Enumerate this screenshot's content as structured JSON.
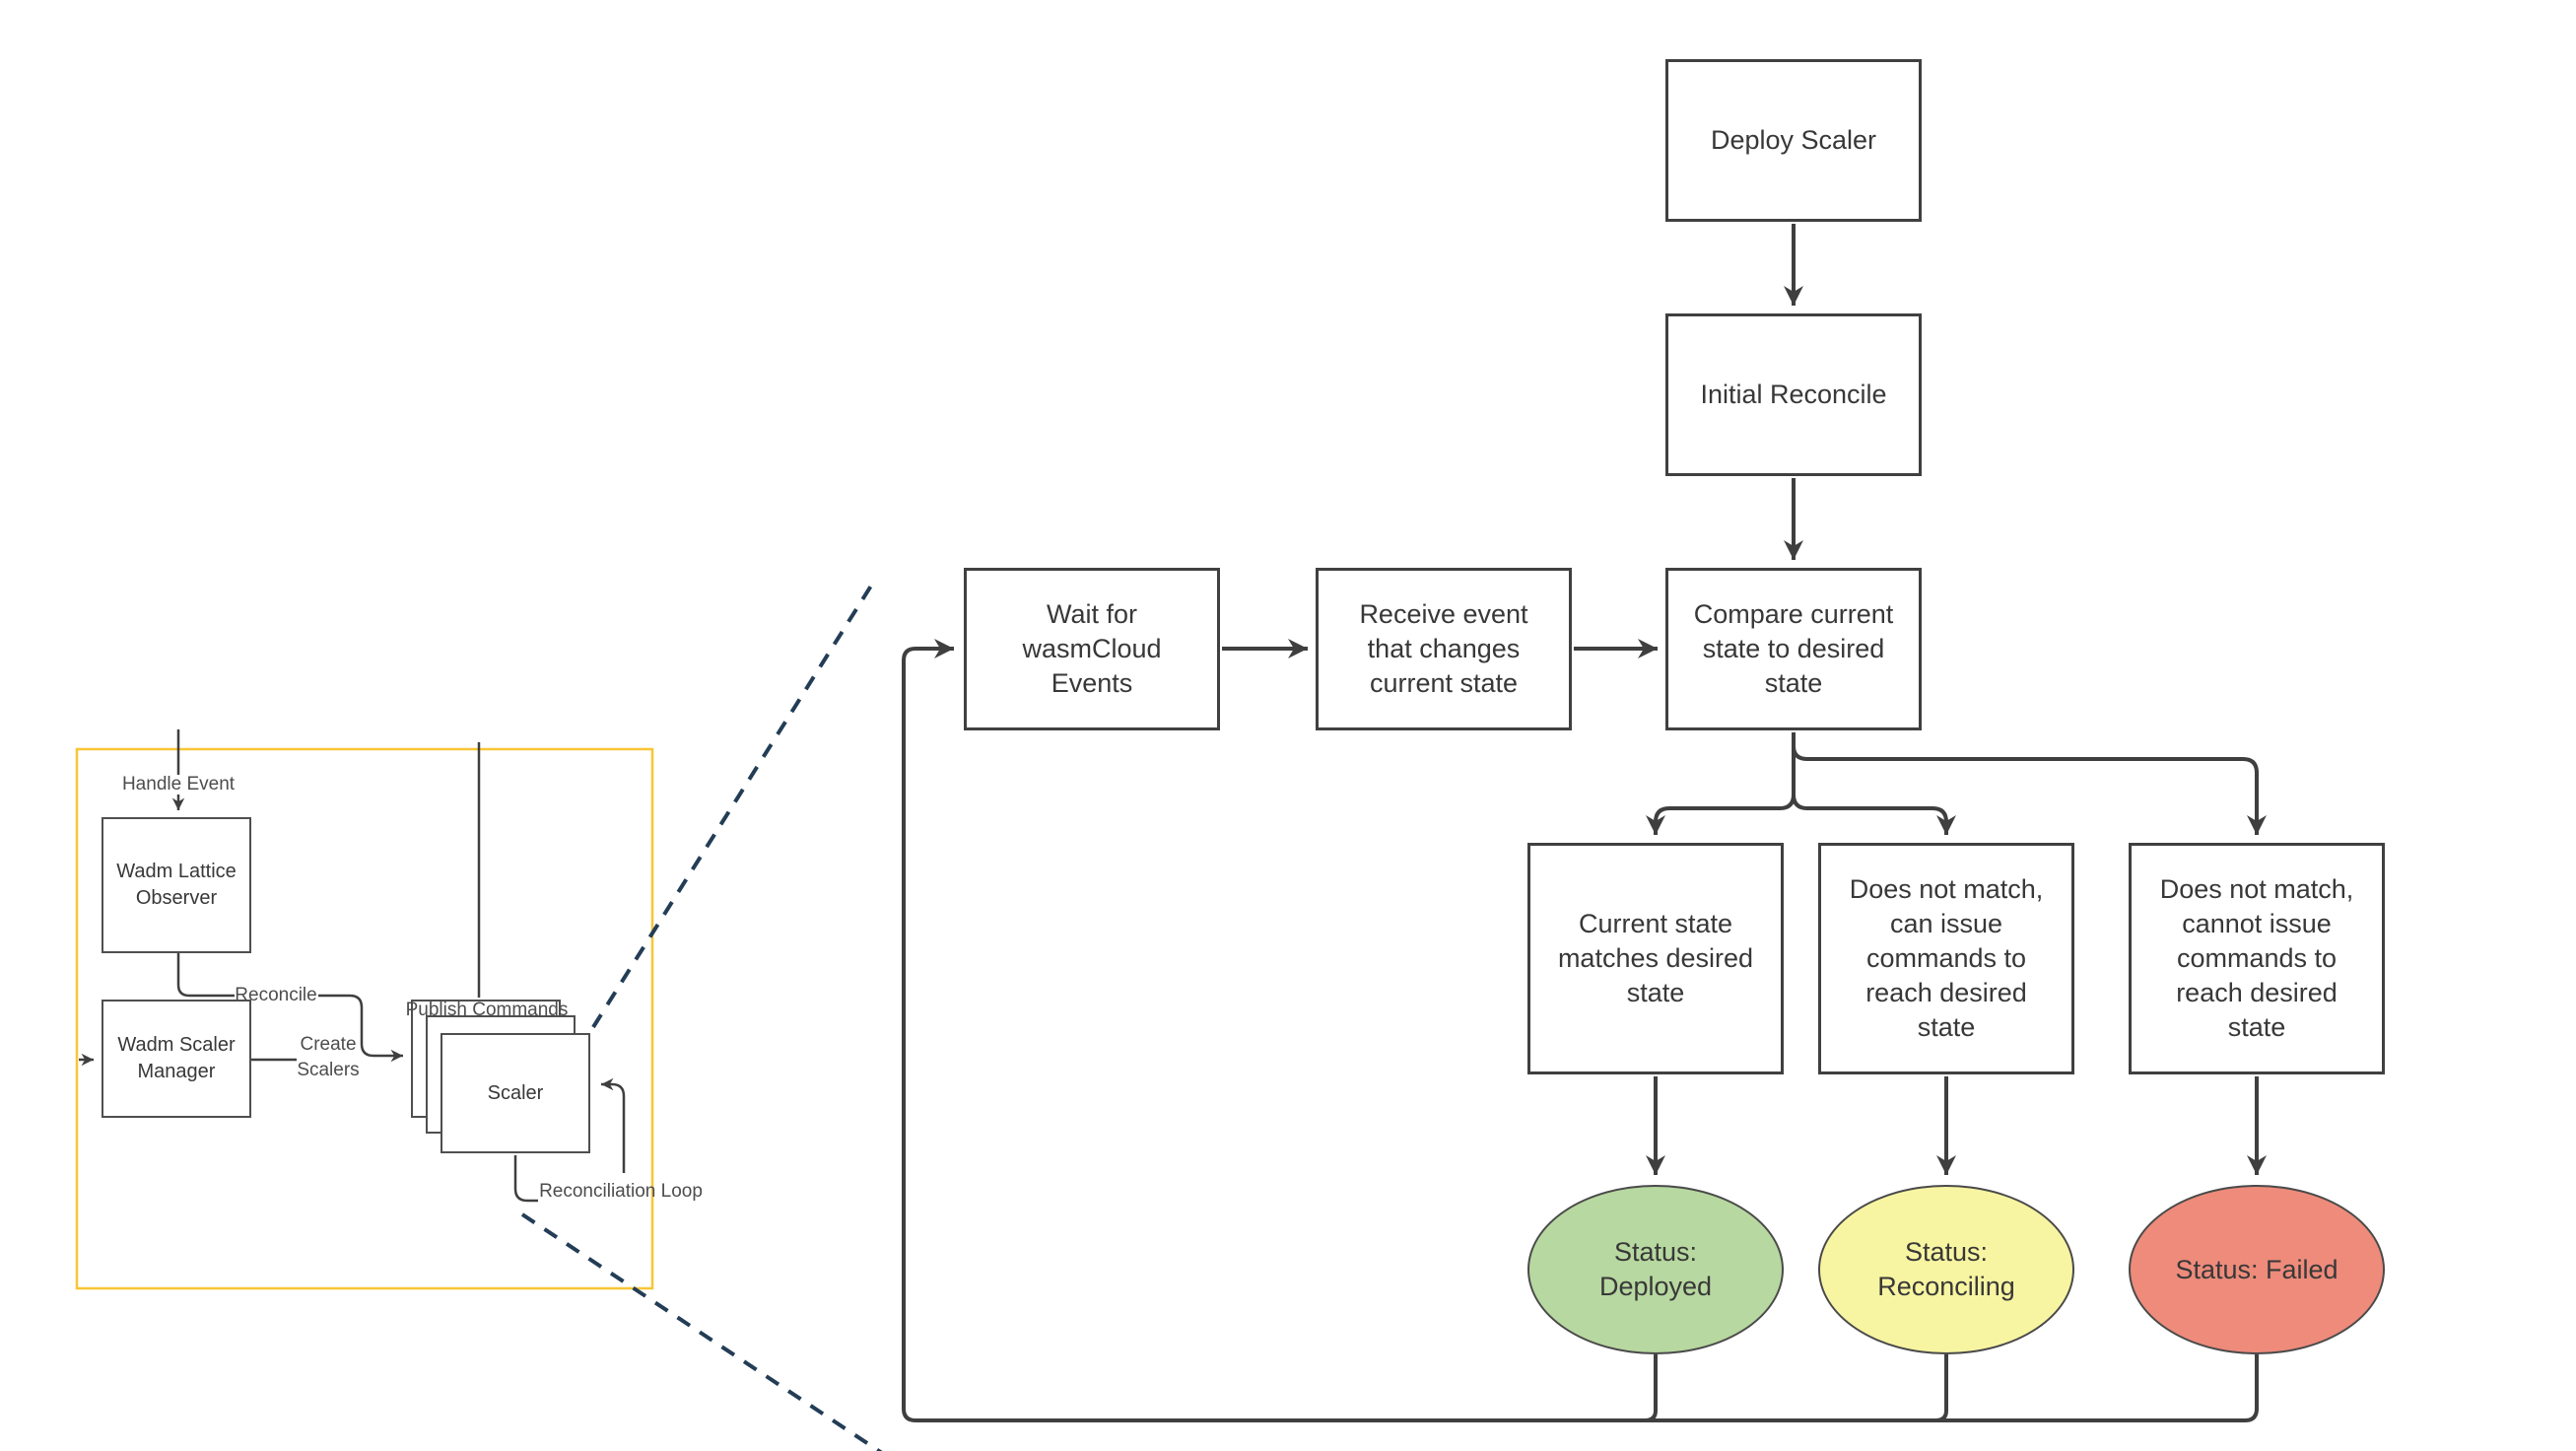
{
  "colors": {
    "line": "#3f3f3f",
    "box_border": "#404040",
    "small_box_border": "#4f4f4f",
    "ellipse_border": "#4a4a4a",
    "text": "#383838",
    "label_text": "#4d4d4d",
    "overview_border": "#F8C636",
    "dashed_line": "#233D56"
  },
  "flowchart": {
    "nodes": {
      "deploy": {
        "label": "Deploy Scaler"
      },
      "initial": {
        "label": "Initial Reconcile"
      },
      "wait": {
        "label": "Wait for\nwasmCloud\nEvents"
      },
      "receive": {
        "label": "Receive event\nthat changes\ncurrent state"
      },
      "compare": {
        "label": "Compare current\nstate to desired\nstate"
      },
      "match": {
        "label": "Current state\nmatches desired\nstate"
      },
      "can_issue": {
        "label": "Does not match,\ncan issue\ncommands to\nreach desired\nstate"
      },
      "cannot_issue": {
        "label": "Does not match,\ncannot issue\ncommands to\nreach desired\nstate"
      },
      "status_deployed": {
        "label": "Status:\nDeployed",
        "fill": "#B7D8A0"
      },
      "status_reconciling": {
        "label": "Status:\nReconciling",
        "fill": "#F8F5A2"
      },
      "status_failed": {
        "label": "Status: Failed",
        "fill": "#EE8B7B"
      }
    }
  },
  "overview": {
    "nodes": {
      "observer": {
        "label": "Wadm Lattice\nObserver"
      },
      "manager": {
        "label": "Wadm Scaler\nManager"
      },
      "scaler": {
        "label": "Scaler"
      }
    },
    "edge_labels": {
      "handle_event": "Handle Event",
      "reconcile": "Reconcile",
      "create_scalers": "Create\nScalers",
      "publish_commands": "Publish Commands",
      "reconciliation_loop": "Reconciliation Loop"
    }
  }
}
